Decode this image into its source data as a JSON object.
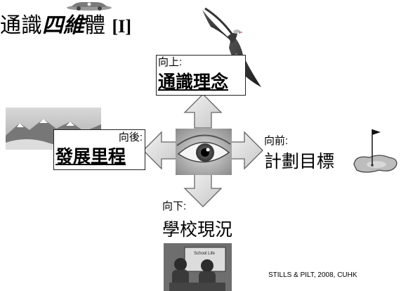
{
  "title": {
    "prefix": "通識",
    "italic": "四維",
    "suffix": "體",
    "tag": "[I]"
  },
  "directions": {
    "up": {
      "label": "向上:",
      "topic": "通識理念"
    },
    "back": {
      "label": "向後:",
      "topic": "發展里程"
    },
    "forward": {
      "label": "向前:",
      "topic": "計劃目標"
    },
    "down": {
      "label": "向下:",
      "topic": "學校現況"
    }
  },
  "credit": "STILLS & PILT, 2008, CUHK",
  "images": {
    "top_deco": "car-icon",
    "eagle": "eagle-icon",
    "landscape": "snowy-landscape-icon",
    "center": "eye-icon",
    "golf": "golf-green-icon",
    "students": "students-icon",
    "students_text": "School Life"
  }
}
